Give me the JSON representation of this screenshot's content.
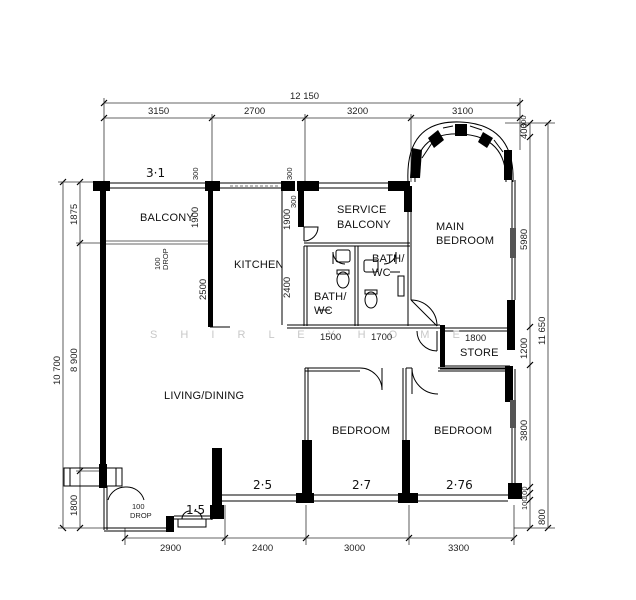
{
  "rooms": {
    "balcony": "BALCONY",
    "kitchen": "KITCHEN",
    "service_balcony_1": "SERVICE",
    "service_balcony_2": "BALCONY",
    "main_bedroom_1": "MAIN",
    "main_bedroom_2": "BEDROOM",
    "bath_left_1": "BATH/",
    "bath_left_2": "WC",
    "bath_right_1": "BATH/",
    "bath_right_2": "WC",
    "store": "STORE",
    "living_dining": "LIVING/DINING",
    "bedroom_1": "BEDROOM",
    "bedroom_2": "BEDROOM"
  },
  "dimensions": {
    "top_total": "12 150",
    "top_segments": [
      "3150",
      "2700",
      "3200",
      "3100"
    ],
    "bottom_segments": [
      "2900",
      "2400",
      "3000",
      "3300"
    ],
    "left_outer": "10 700",
    "left_inner": [
      "1875",
      "8 900",
      "1800"
    ],
    "right_outer": "11 650",
    "right_inner": [
      "400",
      "5980",
      "1200",
      "3800",
      "100",
      "100",
      "800"
    ],
    "interior": [
      "1500",
      "1700",
      "1800",
      "1900",
      "2500",
      "2400",
      "300",
      "300",
      "1900",
      "300",
      "300"
    ]
  },
  "annotations": {
    "balcony_width": "3·1",
    "win_1": "2·5",
    "win_2": "2·7",
    "win_3": "2·76",
    "win_4": "1·5",
    "drop_top_1": "100",
    "drop_top_2": "DROP",
    "drop_bottom_1": "100",
    "drop_bottom_2": "DROP"
  },
  "watermark": "S H I R L E Y   H O M E"
}
